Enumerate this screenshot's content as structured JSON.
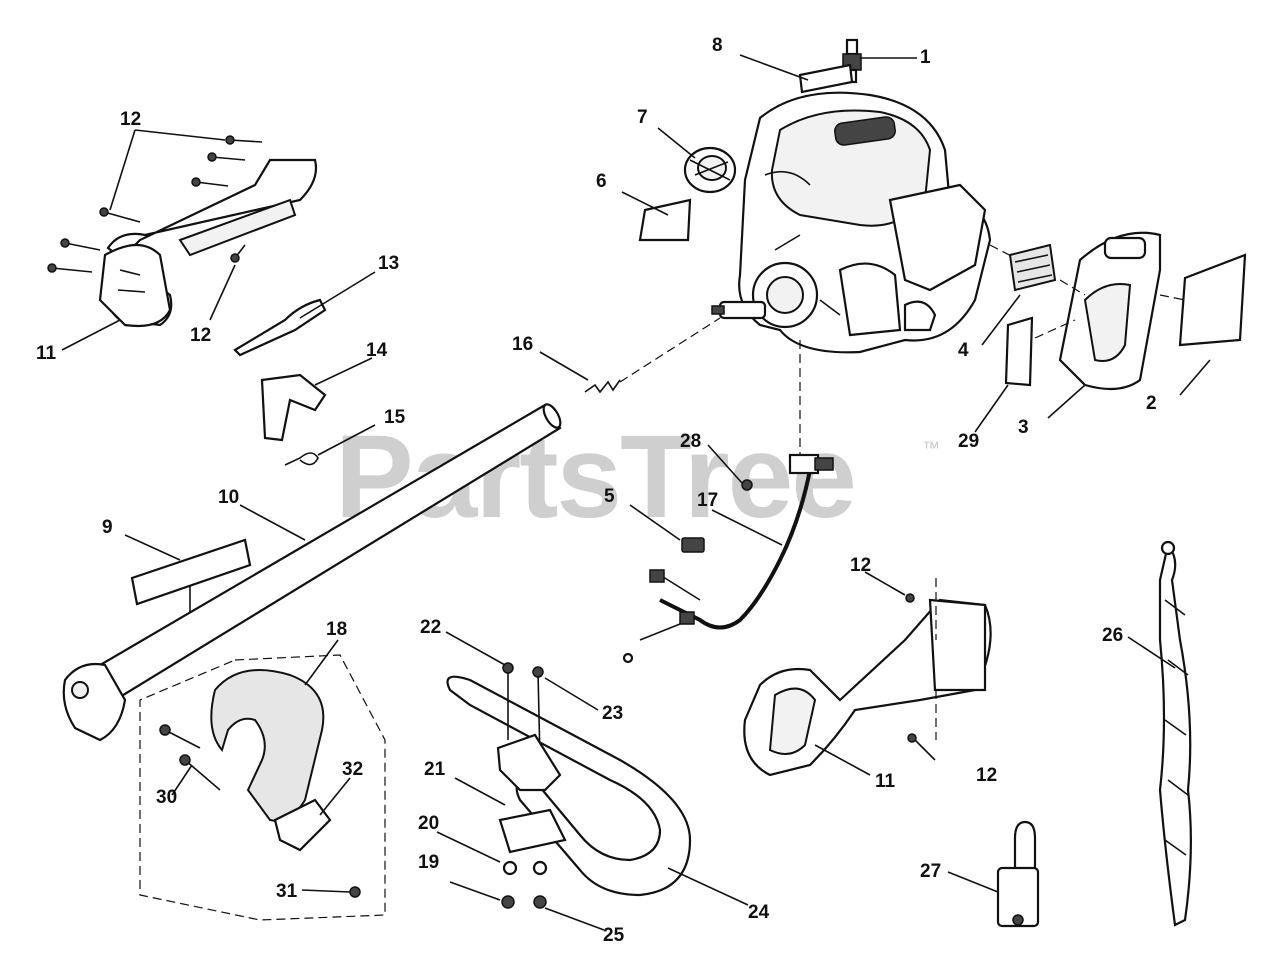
{
  "watermark": {
    "text": "PartsTree",
    "mark": "™"
  },
  "callouts": [
    {
      "id": "c1",
      "label": "1"
    },
    {
      "id": "c2",
      "label": "2"
    },
    {
      "id": "c3",
      "label": "3"
    },
    {
      "id": "c4",
      "label": "4"
    },
    {
      "id": "c5",
      "label": "5"
    },
    {
      "id": "c6",
      "label": "6"
    },
    {
      "id": "c7",
      "label": "7"
    },
    {
      "id": "c8",
      "label": "8"
    },
    {
      "id": "c9",
      "label": "9"
    },
    {
      "id": "c10",
      "label": "10"
    },
    {
      "id": "c11a",
      "label": "11"
    },
    {
      "id": "c11b",
      "label": "11"
    },
    {
      "id": "c12a",
      "label": "12"
    },
    {
      "id": "c12b",
      "label": "12"
    },
    {
      "id": "c12c",
      "label": "12"
    },
    {
      "id": "c12d",
      "label": "12"
    },
    {
      "id": "c13",
      "label": "13"
    },
    {
      "id": "c14",
      "label": "14"
    },
    {
      "id": "c15",
      "label": "15"
    },
    {
      "id": "c16",
      "label": "16"
    },
    {
      "id": "c17",
      "label": "17"
    },
    {
      "id": "c18",
      "label": "18"
    },
    {
      "id": "c19",
      "label": "19"
    },
    {
      "id": "c20",
      "label": "20"
    },
    {
      "id": "c21",
      "label": "21"
    },
    {
      "id": "c22",
      "label": "22"
    },
    {
      "id": "c23",
      "label": "23"
    },
    {
      "id": "c24",
      "label": "24"
    },
    {
      "id": "c25",
      "label": "25"
    },
    {
      "id": "c26",
      "label": "26"
    },
    {
      "id": "c27",
      "label": "27"
    },
    {
      "id": "c28",
      "label": "28"
    },
    {
      "id": "c29",
      "label": "29"
    },
    {
      "id": "c30",
      "label": "30"
    },
    {
      "id": "c31",
      "label": "31"
    },
    {
      "id": "c32",
      "label": "32"
    }
  ]
}
